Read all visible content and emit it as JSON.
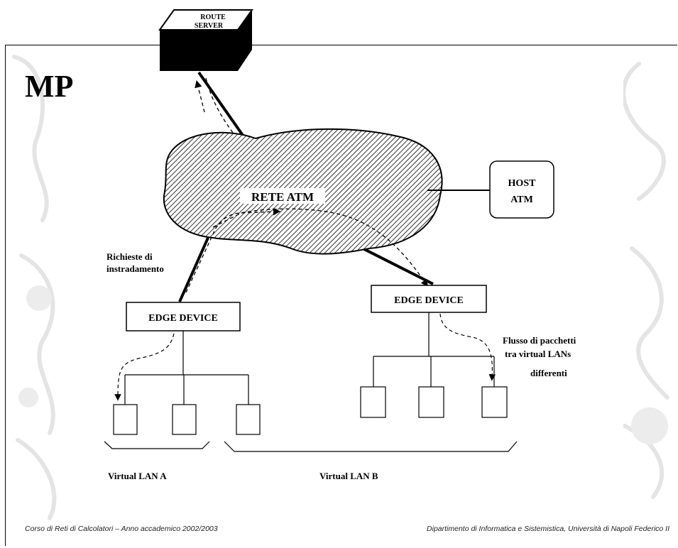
{
  "slide": {
    "title": "MP",
    "footer_left": "Corso di Reti di Calcolatori – Anno accademico 2002/2003",
    "footer_right": "Dipartimento di Informatica e Sistemistica, Università di Napoli Federico II"
  },
  "diagram": {
    "route_server_line1": "ROUTE",
    "route_server_line2": "SERVER",
    "network": "RETE ATM",
    "host_line1": "HOST",
    "host_line2": "ATM",
    "edge_device_left": "EDGE DEVICE",
    "edge_device_right": "EDGE DEVICE",
    "requests_line1": "Richieste di",
    "requests_line2": "instradamento",
    "flow_line1": "Flusso di pacchetti",
    "flow_line2": "tra virtual LANs",
    "flow_line3": "differenti",
    "vlan_a": "Virtual LAN A",
    "vlan_b": "Virtual LAN B"
  },
  "colors": {
    "ink": "#000000",
    "background_deco": "#e3e3e3"
  }
}
